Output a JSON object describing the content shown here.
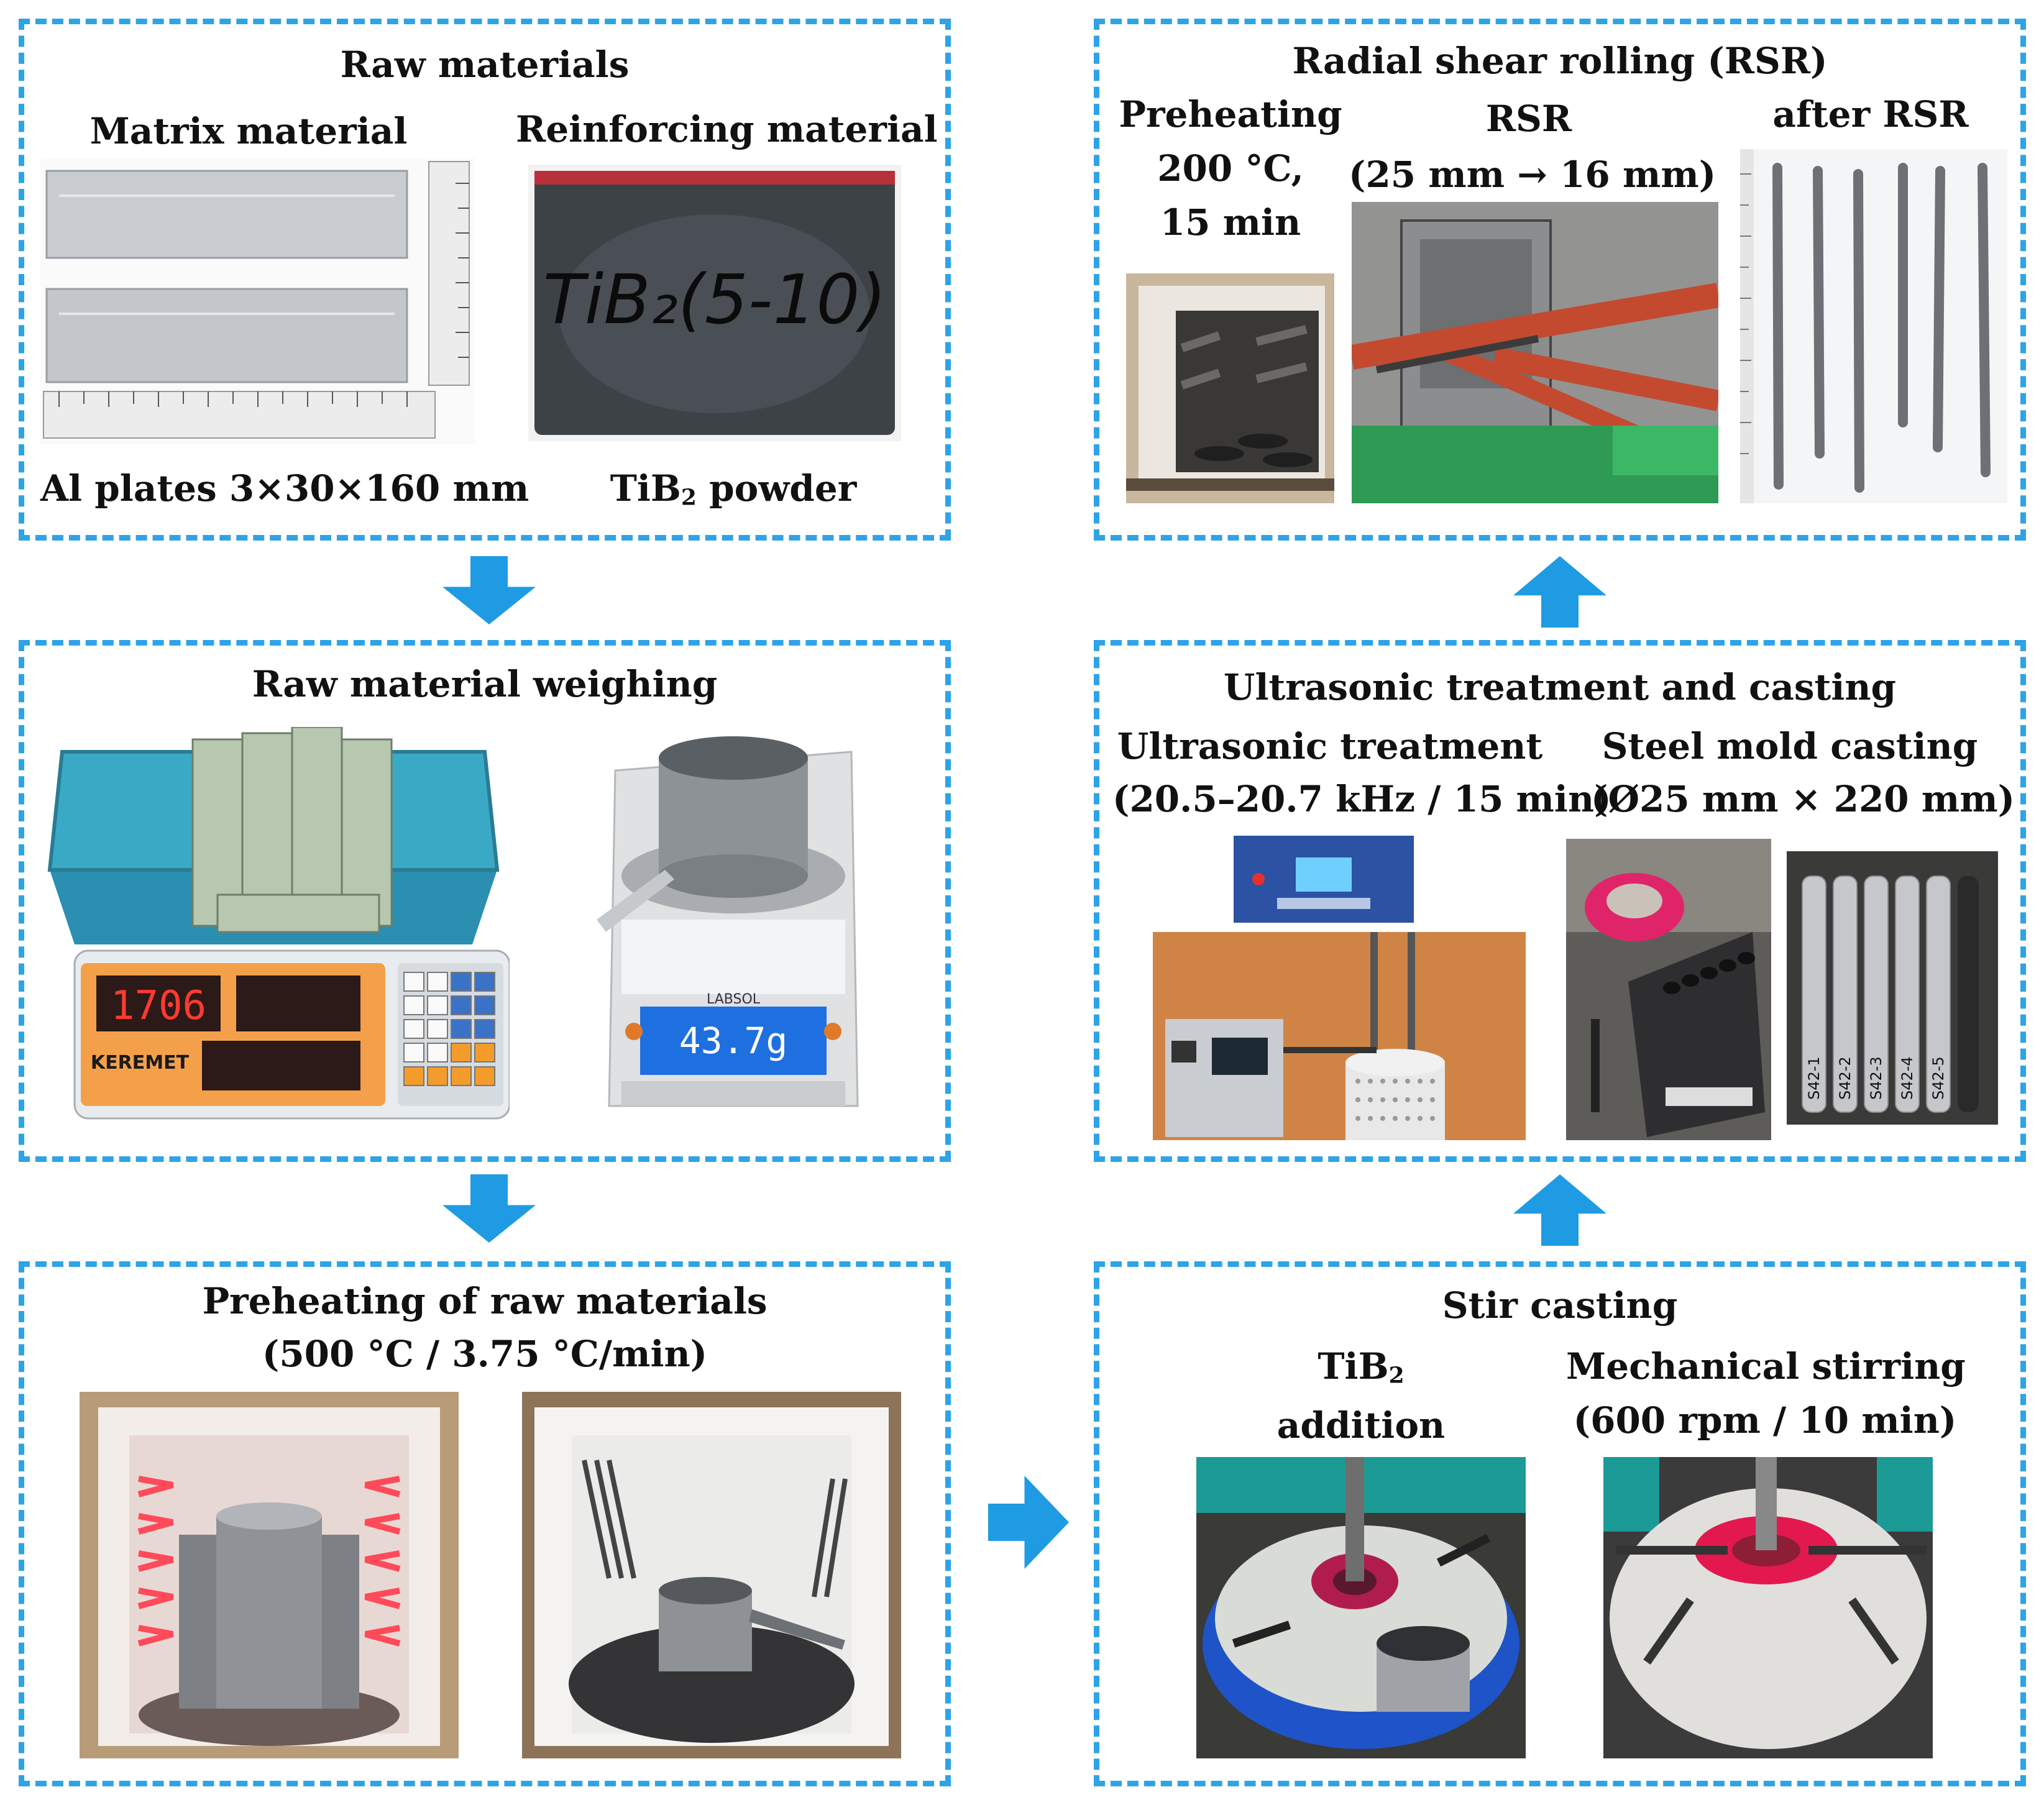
{
  "raw_materials": {
    "title": "Raw materials",
    "matrix_label": "Matrix material",
    "reinforcing_label": "Reinforcing material",
    "al_caption": "Al plates 3×30×160 mm",
    "tib2_caption_main": "TiB",
    "tib2_caption_sub": "2",
    "tib2_caption_rest": " powder",
    "bag_text": "TiB₂(5-10)"
  },
  "weighing": {
    "title": "Raw material weighing",
    "scale1_readout": "1706",
    "scale1_brand": "KEREMET",
    "scale2_readout": "43.7g",
    "scale2_brand": "LABSOL"
  },
  "preheating": {
    "title_line1": "Preheating of raw materials",
    "title_line2": "(500 °C / 3.75 °C/min)"
  },
  "stir_casting": {
    "title": "Stir casting",
    "tib2_line1_main": "TiB",
    "tib2_line1_sub": "2",
    "tib2_line2": "addition",
    "mech_line1": "Mechanical stirring",
    "mech_line2": "(600 rpm / 10 min)"
  },
  "ultrasonic": {
    "title": "Ultrasonic treatment and casting",
    "ut_line1": "Ultrasonic treatment",
    "ut_line2": "(20.5–20.7 kHz / 15 min)",
    "mold_line1": "Steel mold casting",
    "mold_line2": "(Ø25 mm × 220 mm)",
    "sample_labels": [
      "S42-1",
      "S42-2",
      "S42-3",
      "S42-4",
      "S42-5"
    ]
  },
  "rsr": {
    "title": "Radial shear rolling (RSR)",
    "preheat_line1": "Preheating",
    "preheat_line2": "200 °C,",
    "preheat_line3": "15 min",
    "rsr_line1": "RSR",
    "rsr_line2": "(25 mm → 16 mm)",
    "after_label": "after RSR"
  },
  "colors": {
    "dashed_border": "#2ea3e6",
    "arrow": "#1f9be3"
  }
}
